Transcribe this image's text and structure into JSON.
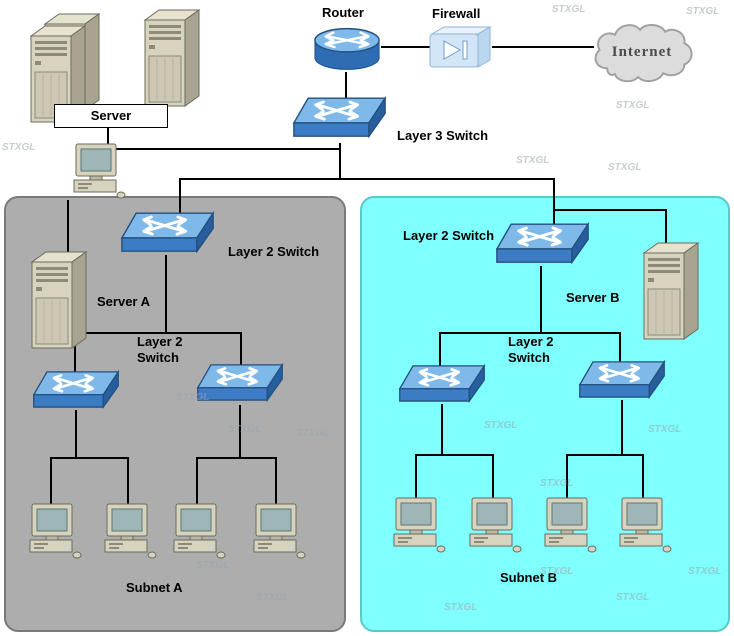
{
  "labels": {
    "server_group": "Server",
    "router": "Router",
    "firewall": "Firewall",
    "internet": "Internet",
    "layer3_switch": "Layer 3 Switch",
    "subnet_a": {
      "access_switch": "Layer 2 Switch",
      "server": "Server A",
      "distribution_switch": "Layer 2\nSwitch",
      "name": "Subnet A"
    },
    "subnet_b": {
      "access_switch": "Layer 2 Switch",
      "server": "Server B",
      "distribution_switch": "Layer 2\nSwitch",
      "name": "Subnet B"
    }
  },
  "watermark": "STXGL",
  "colors": {
    "subnet_a_bg": "#ADADAD",
    "subnet_b_bg": "#80FFFF",
    "switch_blue": "#3C7CC4",
    "line": "#000000"
  }
}
